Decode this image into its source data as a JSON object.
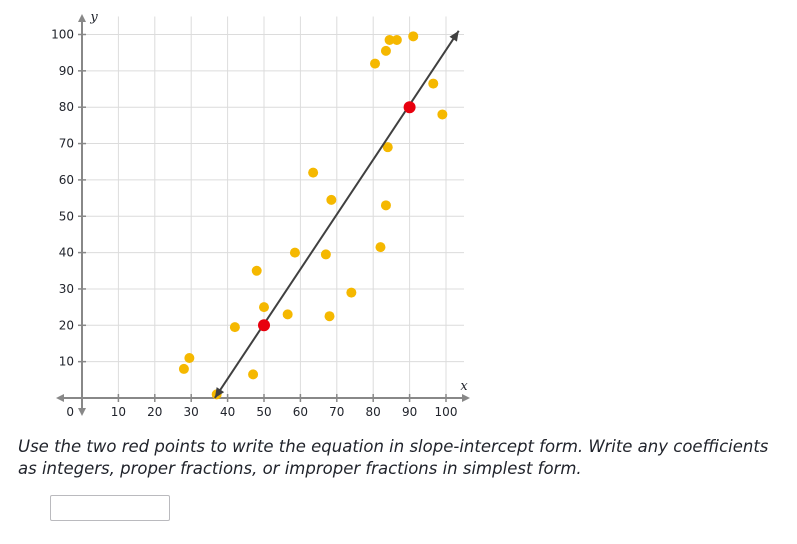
{
  "chart_data": {
    "type": "scatter",
    "title": "",
    "xlabel": "x",
    "ylabel": "y",
    "xlim": [
      0,
      100
    ],
    "ylim": [
      0,
      100
    ],
    "grid": true,
    "x_ticks": [
      10,
      20,
      30,
      40,
      50,
      60,
      70,
      80,
      90,
      100
    ],
    "y_ticks": [
      10,
      20,
      30,
      40,
      50,
      60,
      70,
      80,
      90,
      100
    ],
    "origin_label": "0",
    "series": [
      {
        "color": "#f5b800",
        "points": [
          [
            28,
            8
          ],
          [
            29.5,
            11
          ],
          [
            37,
            1
          ],
          [
            42,
            19.5
          ],
          [
            47,
            6.5
          ],
          [
            48,
            35
          ],
          [
            50,
            25
          ],
          [
            56.5,
            23
          ],
          [
            58.5,
            40
          ],
          [
            63.5,
            62
          ],
          [
            67,
            39.5
          ],
          [
            68,
            22.5
          ],
          [
            68.5,
            54.5
          ],
          [
            74,
            29
          ],
          [
            80.5,
            92
          ],
          [
            82,
            41.5
          ],
          [
            83.5,
            53
          ],
          [
            83.5,
            95.5
          ],
          [
            84,
            69
          ],
          [
            84.5,
            98.5
          ],
          [
            86.5,
            98.5
          ],
          [
            91,
            99.5
          ],
          [
            96.5,
            86.5
          ],
          [
            99,
            78
          ]
        ]
      },
      {
        "color": "#e8000e",
        "points": [
          [
            50,
            20
          ],
          [
            90,
            80
          ]
        ]
      }
    ],
    "line": {
      "color": "#404040",
      "from": [
        36.5,
        0
      ],
      "to": [
        103.5,
        101
      ]
    }
  },
  "question": {
    "prompt": "Use the two red points to write the equation in slope-intercept form. Write any coefficients as integers, proper fractions, or improper fractions in simplest form."
  },
  "answer": {
    "value": "",
    "placeholder": ""
  }
}
